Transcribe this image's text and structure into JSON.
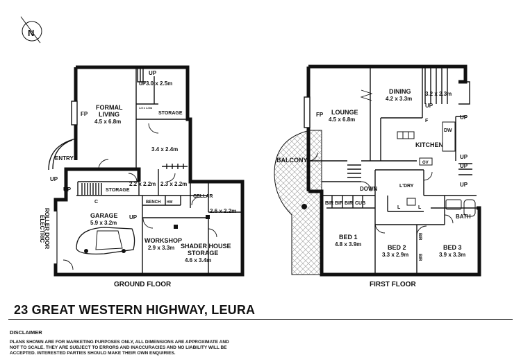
{
  "address": "23 GREAT WESTERN HIGHWAY, LEURA",
  "disclaimer": {
    "heading": "DISCLAIMER",
    "lines": [
      "PLANS SHOWN ARE FOR MARKETING PURPOSES ONLY, ALL DIMENSIONS ARE APPROXIMATE AND",
      "NOT TO SCALE. THEY ARE SUBJECT TO ERRORS AND INACCURACIES AND NO LIABILITY WILL BE",
      "ACCEPTED. INTERESTED PARTIES SHOULD MAKE THEIR OWN ENQUIRIES."
    ]
  },
  "compass": {
    "label": "N"
  },
  "ground_floor": {
    "title": "GROUND FLOOR",
    "rooms": {
      "formal_living": {
        "name": "FORMAL",
        "name2": "LIVING",
        "size": "4.5 x 6.8m"
      },
      "room_3x25": {
        "size": "3.0 x 2.5m"
      },
      "room_34x24": {
        "size": "3.4 x 2.4m"
      },
      "room_22a": {
        "size": "2.2 x 2.2m"
      },
      "room_23": {
        "size": "2.3 x 2.2m"
      },
      "room_26": {
        "size": "2.6 x 2.2m"
      },
      "garage": {
        "name": "GARAGE",
        "size": "5.9 x 3.2m"
      },
      "workshop": {
        "name": "WORKSHOP",
        "size": "2.9 x 3.3m"
      },
      "shader": {
        "name": "SHADER HOUSE",
        "name2": "STORAGE",
        "size": "4.6 x 3.4m"
      }
    },
    "labels": {
      "up_top": "UP",
      "up_left_small": "UP",
      "up_entry": "UP",
      "up_stair": "UP",
      "up_garage": "UP",
      "fp": "FP",
      "entry": "ENTRY",
      "storage_top": "STORAGE",
      "storage_stair": "STORAGE",
      "tiny": "1.5 x 1.5m",
      "cellar": "CELLAR",
      "bench": "BENCH",
      "hw": "HW",
      "c": "C",
      "roller1": "ROLLER DOOR",
      "roller2": "ELECTRIC"
    }
  },
  "first_floor": {
    "title": "FIRST FLOOR",
    "rooms": {
      "lounge": {
        "name": "LOUNGE",
        "size": "4.5 x 6.8m"
      },
      "dining": {
        "name": "DINING",
        "size": "4.2 x 3.3m"
      },
      "room_32": {
        "size": "3.2 x 2.3m"
      },
      "bed1": {
        "name": "BED 1",
        "size": "4.8 x 3.9m"
      },
      "bed2": {
        "name": "BED 2",
        "size": "3.3 x 2.9m"
      },
      "bed3": {
        "name": "BED 3",
        "size": "3.9 x 3.3m"
      }
    },
    "labels": {
      "fp": "FP",
      "balcony": "BALCONY",
      "kitchen": "KITCHEN",
      "dw": "DW",
      "f": "F",
      "ov": "OV",
      "ldry": "L'DRY",
      "down": "DOWN",
      "bir1": "BIR",
      "bir2": "BIR",
      "bir3": "BIR",
      "cub": "CUB",
      "bath": "BATH",
      "bir4": "BIR",
      "bir5": "BIR",
      "l1": "L",
      "l2": "L",
      "up_dining": "UP",
      "up_right1": "UP",
      "up_right2": "UP",
      "up_right3": "UP",
      "up_right4": "UP"
    }
  }
}
